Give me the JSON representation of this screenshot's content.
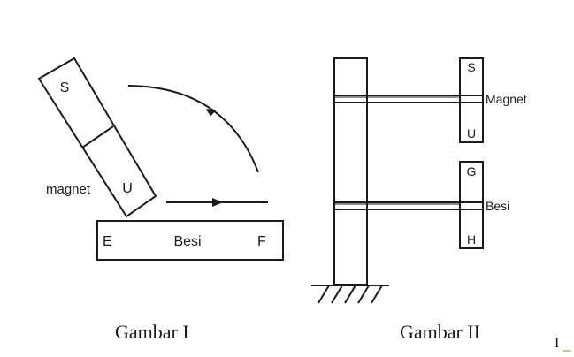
{
  "figure1": {
    "magnet_pole_top": "S",
    "magnet_pole_bottom": "U",
    "magnet_label": "magnet",
    "bar_label": "Besi",
    "bar_end_left": "E",
    "bar_end_right": "F",
    "caption": "Gambar I"
  },
  "figure2": {
    "magnet_pole_top": "S",
    "magnet_pole_bottom": "U",
    "magnet_label": "Magnet",
    "iron_end_top": "G",
    "iron_end_bottom": "H",
    "iron_label": "Besi",
    "caption": "Gambar II"
  },
  "corner_mark": "I"
}
